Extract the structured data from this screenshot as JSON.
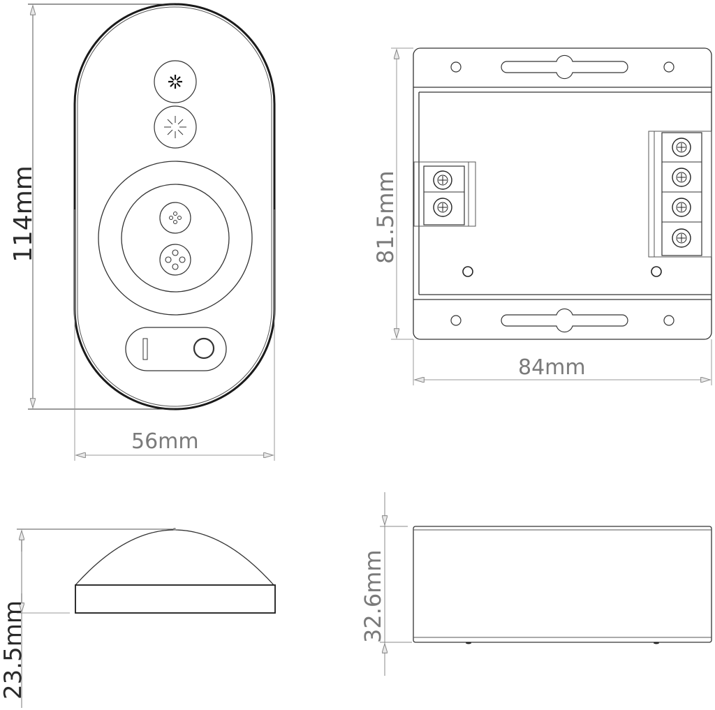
{
  "diagram": {
    "type": "dimensional drawing",
    "views": [
      {
        "id": "remote-front",
        "name": "Remote control front view",
        "dimensions": {
          "height": "114mm",
          "width": "56mm"
        },
        "features": [
          "dimmer-icon-button",
          "brightness-icon-button",
          "touch-ring",
          "four-dot-button-small",
          "four-dot-button-large",
          "on-off-switch"
        ]
      },
      {
        "id": "remote-side",
        "name": "Remote control side view",
        "dimensions": {
          "thickness": "23.5mm"
        }
      },
      {
        "id": "controller-top",
        "name": "Controller top view",
        "dimensions": {
          "height": "81.5mm",
          "width": "84mm"
        },
        "terminals": {
          "input_count": 2,
          "output_count": 4
        }
      },
      {
        "id": "controller-side",
        "name": "Controller side view",
        "dimensions": {
          "height": "32.6mm"
        }
      }
    ]
  },
  "labels": {
    "remote_height": "114mm",
    "remote_width": "56mm",
    "remote_thickness": "23.5mm",
    "controller_height": "81.5mm",
    "controller_width": "84mm",
    "controller_thickness": "32.6mm"
  },
  "colors": {
    "outline": "#2a2a2a",
    "dimension_line": "#9a9a9a",
    "label_dark": "#2a2a2a",
    "label_grey": "#7a7a7a"
  }
}
